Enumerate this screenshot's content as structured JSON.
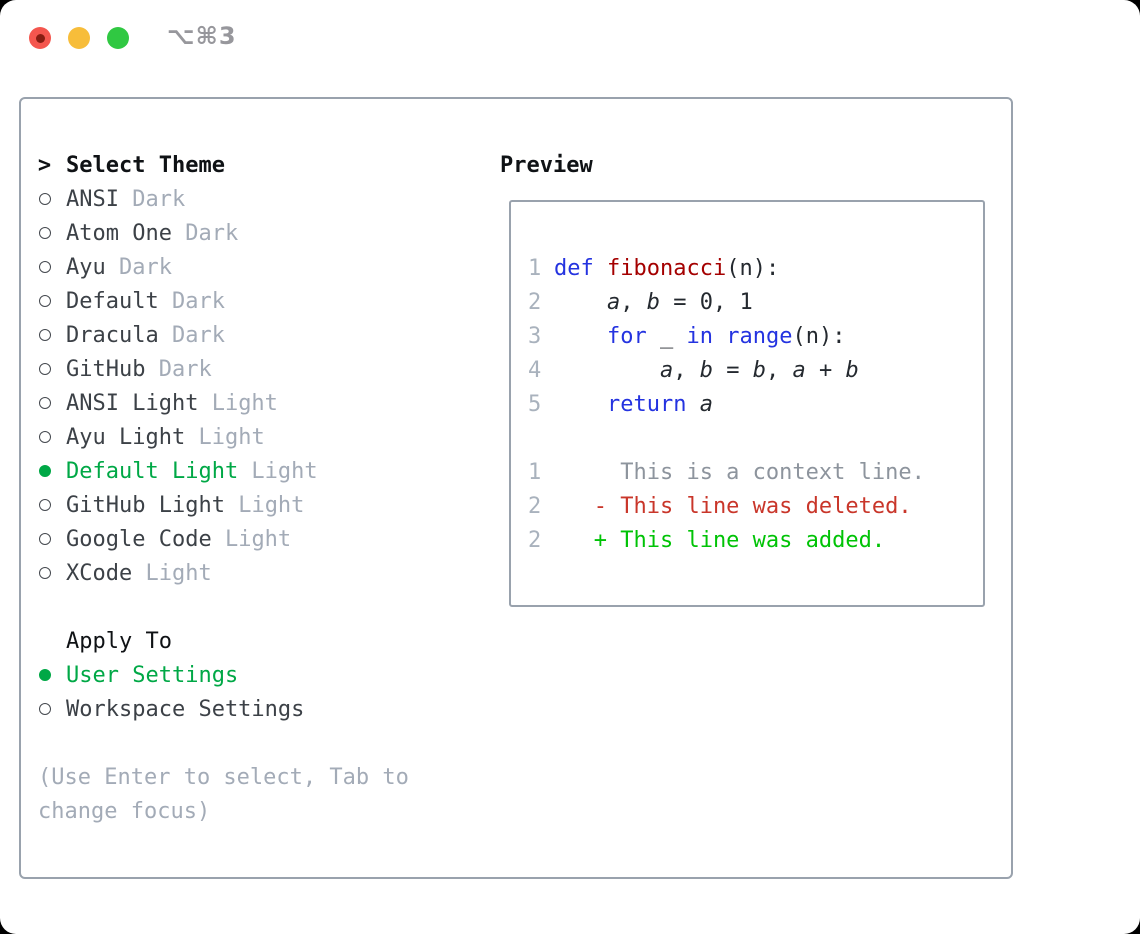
{
  "titlebar": {
    "title": "⌥⌘3"
  },
  "theme_selector": {
    "prompt": ">",
    "title": "Select Theme",
    "items": [
      {
        "name": "ANSI",
        "variant": "Dark",
        "selected": false
      },
      {
        "name": "Atom One",
        "variant": "Dark",
        "selected": false
      },
      {
        "name": "Ayu",
        "variant": "Dark",
        "selected": false
      },
      {
        "name": "Default",
        "variant": "Dark",
        "selected": false
      },
      {
        "name": "Dracula",
        "variant": "Dark",
        "selected": false
      },
      {
        "name": "GitHub",
        "variant": "Dark",
        "selected": false
      },
      {
        "name": "ANSI Light",
        "variant": "Light",
        "selected": false
      },
      {
        "name": "Ayu Light",
        "variant": "Light",
        "selected": false
      },
      {
        "name": "Default Light",
        "variant": "Light",
        "selected": true
      },
      {
        "name": "GitHub Light",
        "variant": "Light",
        "selected": false
      },
      {
        "name": "Google Code",
        "variant": "Light",
        "selected": false
      },
      {
        "name": "XCode",
        "variant": "Light",
        "selected": false
      }
    ]
  },
  "apply_to": {
    "title": "Apply To",
    "options": [
      {
        "label": "User Settings",
        "selected": true
      },
      {
        "label": "Workspace Settings",
        "selected": false
      }
    ]
  },
  "hint": {
    "lines": [
      "(Use Enter to select, Tab to",
      "change focus)"
    ]
  },
  "preview": {
    "title": "Preview",
    "code_lines": [
      {
        "num": "1",
        "tokens": [
          {
            "t": "def",
            "c": "kw"
          },
          {
            "t": " ",
            "c": "pl"
          },
          {
            "t": "fibonacci",
            "c": "fn"
          },
          {
            "t": "(n):",
            "c": "pl"
          }
        ]
      },
      {
        "num": "2",
        "tokens": [
          {
            "t": "    ",
            "c": "pl"
          },
          {
            "t": "a",
            "c": "var"
          },
          {
            "t": ", ",
            "c": "pl"
          },
          {
            "t": "b",
            "c": "var"
          },
          {
            "t": " = 0, 1",
            "c": "pl"
          }
        ]
      },
      {
        "num": "3",
        "tokens": [
          {
            "t": "    ",
            "c": "pl"
          },
          {
            "t": "for",
            "c": "kw"
          },
          {
            "t": " _ ",
            "c": "pl"
          },
          {
            "t": "in",
            "c": "kw"
          },
          {
            "t": " ",
            "c": "pl"
          },
          {
            "t": "range",
            "c": "kw"
          },
          {
            "t": "(n):",
            "c": "pl"
          }
        ]
      },
      {
        "num": "4",
        "tokens": [
          {
            "t": "        ",
            "c": "pl"
          },
          {
            "t": "a",
            "c": "var"
          },
          {
            "t": ", ",
            "c": "pl"
          },
          {
            "t": "b",
            "c": "var"
          },
          {
            "t": " = ",
            "c": "pl"
          },
          {
            "t": "b",
            "c": "var"
          },
          {
            "t": ", ",
            "c": "pl"
          },
          {
            "t": "a",
            "c": "var"
          },
          {
            "t": " + ",
            "c": "pl"
          },
          {
            "t": "b",
            "c": "var"
          }
        ]
      },
      {
        "num": "5",
        "tokens": [
          {
            "t": "    ",
            "c": "pl"
          },
          {
            "t": "return",
            "c": "kw"
          },
          {
            "t": " ",
            "c": "pl"
          },
          {
            "t": "a",
            "c": "var"
          }
        ]
      }
    ],
    "diff_lines": [
      {
        "num": "1",
        "kind": "context",
        "text": "     This is a context line."
      },
      {
        "num": "2",
        "kind": "deleted",
        "text": "   - This line was deleted."
      },
      {
        "num": "2",
        "kind": "added",
        "text": "   + This line was added."
      }
    ]
  },
  "colors": {
    "selected-green": "#00a846",
    "diff-added-green": "#00c306",
    "diff-deleted-red": "#c9362a",
    "keyword-blue": "#2433e0",
    "function-red": "#a40000",
    "muted-gray": "#a3abb7",
    "panel-border": "#99a2ad",
    "traffic-red": "#f4564e",
    "traffic-yellow": "#f7bd3a",
    "traffic-green": "#30c842"
  }
}
